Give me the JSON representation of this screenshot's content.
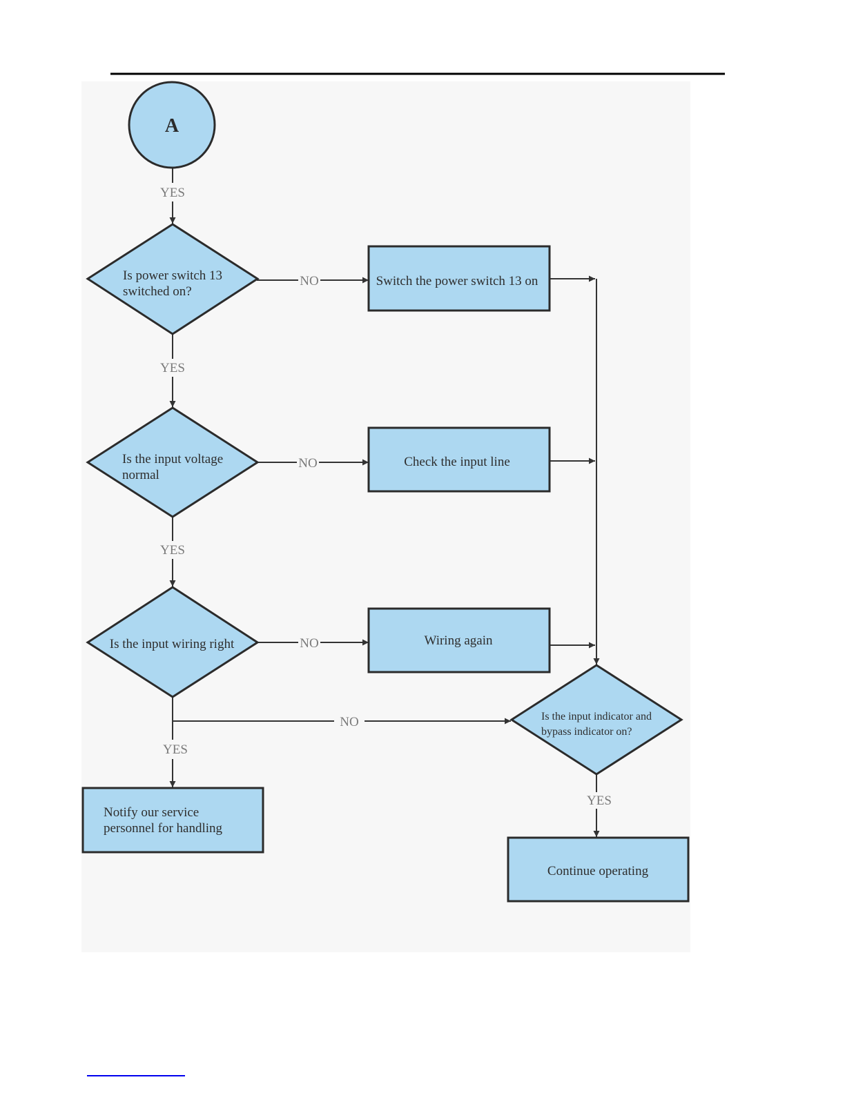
{
  "colors": {
    "node_fill": "#add8f1",
    "node_stroke": "#2b2b2b",
    "edge": "#333333",
    "edge_label": "#7a7a7a",
    "diagram_background": "#f7f7f7",
    "rule": "#000000",
    "footer_link": "#0000ee"
  },
  "connector": {
    "label": "A"
  },
  "decisions": {
    "power_switch": {
      "line1": "Is power switch 13",
      "line2": "switched on?"
    },
    "input_voltage": {
      "line1": "Is the input voltage",
      "line2": "normal"
    },
    "input_wiring": {
      "line1": "Is the input wiring right"
    },
    "indicators": {
      "line1": "Is the input indicator and",
      "line2": "bypass indicator on?"
    }
  },
  "actions": {
    "switch_on": {
      "label": "Switch the power switch 13 on"
    },
    "check_line": {
      "label": "Check the input line"
    },
    "wiring_again": {
      "label": "Wiring again"
    },
    "notify_service": {
      "line1": "Notify our service",
      "line2": "personnel for handling"
    },
    "continue_operating": {
      "label": "Continue operating"
    }
  },
  "edge_labels": {
    "connector_to_power": "YES",
    "power_yes": "YES",
    "power_no": "NO",
    "voltage_yes": "YES",
    "voltage_no": "NO",
    "wiring_yes": "YES",
    "wiring_no": "NO",
    "wiring_to_indicators": "NO",
    "indicators_yes": "YES"
  }
}
